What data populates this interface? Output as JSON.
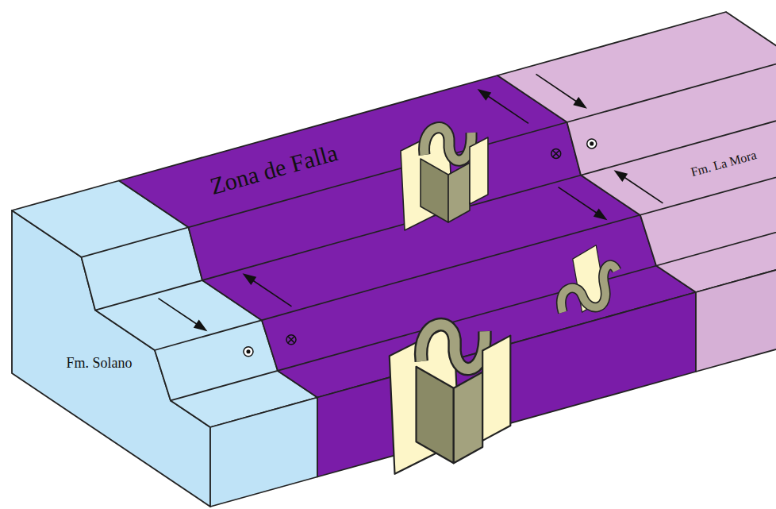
{
  "diagram": {
    "labels": [
      "Zona de Falla",
      "Fm. Solano",
      "Fm. La Mora"
    ]
  }
}
